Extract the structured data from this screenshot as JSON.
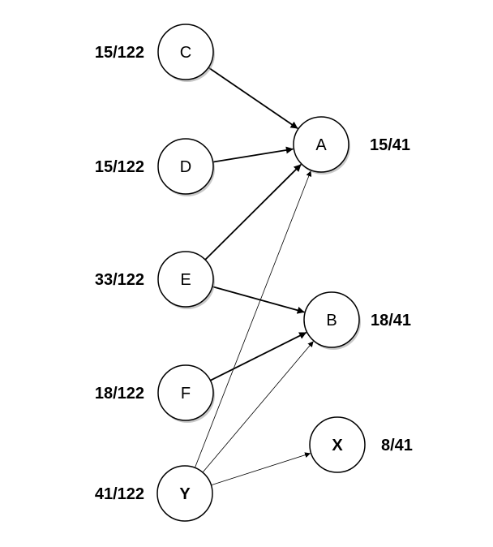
{
  "nodes": [
    {
      "id": "C",
      "label": "C",
      "fraction": "15/122",
      "bold": false,
      "shadow": true
    },
    {
      "id": "D",
      "label": "D",
      "fraction": "15/122",
      "bold": false,
      "shadow": true
    },
    {
      "id": "E",
      "label": "E",
      "fraction": "33/122",
      "bold": false,
      "shadow": true
    },
    {
      "id": "F",
      "label": "F",
      "fraction": "18/122",
      "bold": false,
      "shadow": true
    },
    {
      "id": "Y",
      "label": "Y",
      "fraction": "41/122",
      "bold": true,
      "shadow": false
    },
    {
      "id": "A",
      "label": "A",
      "fraction": "15/41",
      "bold": false,
      "shadow": true
    },
    {
      "id": "B",
      "label": "B",
      "fraction": "18/41",
      "bold": false,
      "shadow": true
    },
    {
      "id": "X",
      "label": "X",
      "fraction": "8/41",
      "bold": true,
      "shadow": false
    }
  ],
  "edges": [
    {
      "from": "C",
      "to": "A",
      "style": "thick"
    },
    {
      "from": "D",
      "to": "A",
      "style": "thick"
    },
    {
      "from": "E",
      "to": "A",
      "style": "thick"
    },
    {
      "from": "E",
      "to": "B",
      "style": "thick"
    },
    {
      "from": "F",
      "to": "B",
      "style": "thick"
    },
    {
      "from": "Y",
      "to": "A",
      "style": "thin"
    },
    {
      "from": "Y",
      "to": "B",
      "style": "thin"
    },
    {
      "from": "Y",
      "to": "X",
      "style": "thin"
    }
  ]
}
